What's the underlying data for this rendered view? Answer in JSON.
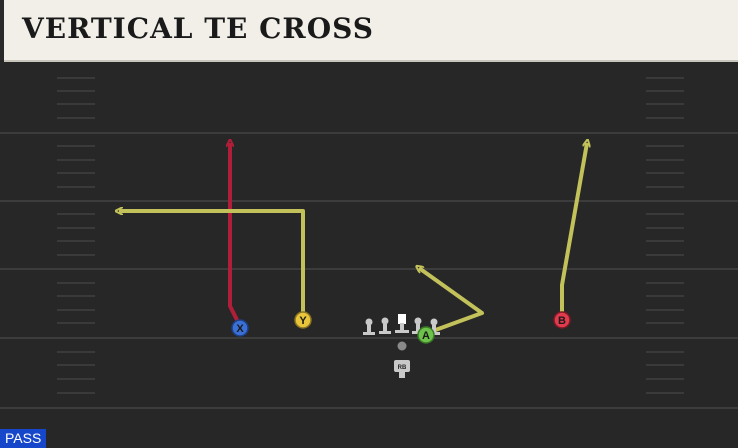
{
  "play": {
    "title": "VERTICAL TE CROSS",
    "type_badge": "PASS"
  },
  "players": [
    {
      "label": "X",
      "role": "receiver-x",
      "color": "#3a6fd6",
      "route_color": "#b01e3a"
    },
    {
      "label": "Y",
      "role": "receiver-y",
      "color": "#e8c53a",
      "route_color": "#c2c15a"
    },
    {
      "label": "A",
      "role": "receiver-a",
      "color": "#6cc24a",
      "route_color": "#c2c15a"
    },
    {
      "label": "B",
      "role": "receiver-b",
      "color": "#e23b4e",
      "route_color": "#c2c15a"
    }
  ],
  "backfield": {
    "rb_label": "RB"
  },
  "colors": {
    "field": "#272727",
    "yard_line": "#3c3c3c",
    "hash": "#3a3a3a",
    "lineman": "#c9c9c9",
    "title_bg": "#f1efe8",
    "badge": "#1646c9"
  },
  "icons": [
    "receiver-x-icon",
    "receiver-y-icon",
    "receiver-a-icon",
    "receiver-b-icon",
    "lineman-icon",
    "center-icon",
    "quarterback-icon",
    "running-back-icon",
    "route-arrow-icon"
  ]
}
